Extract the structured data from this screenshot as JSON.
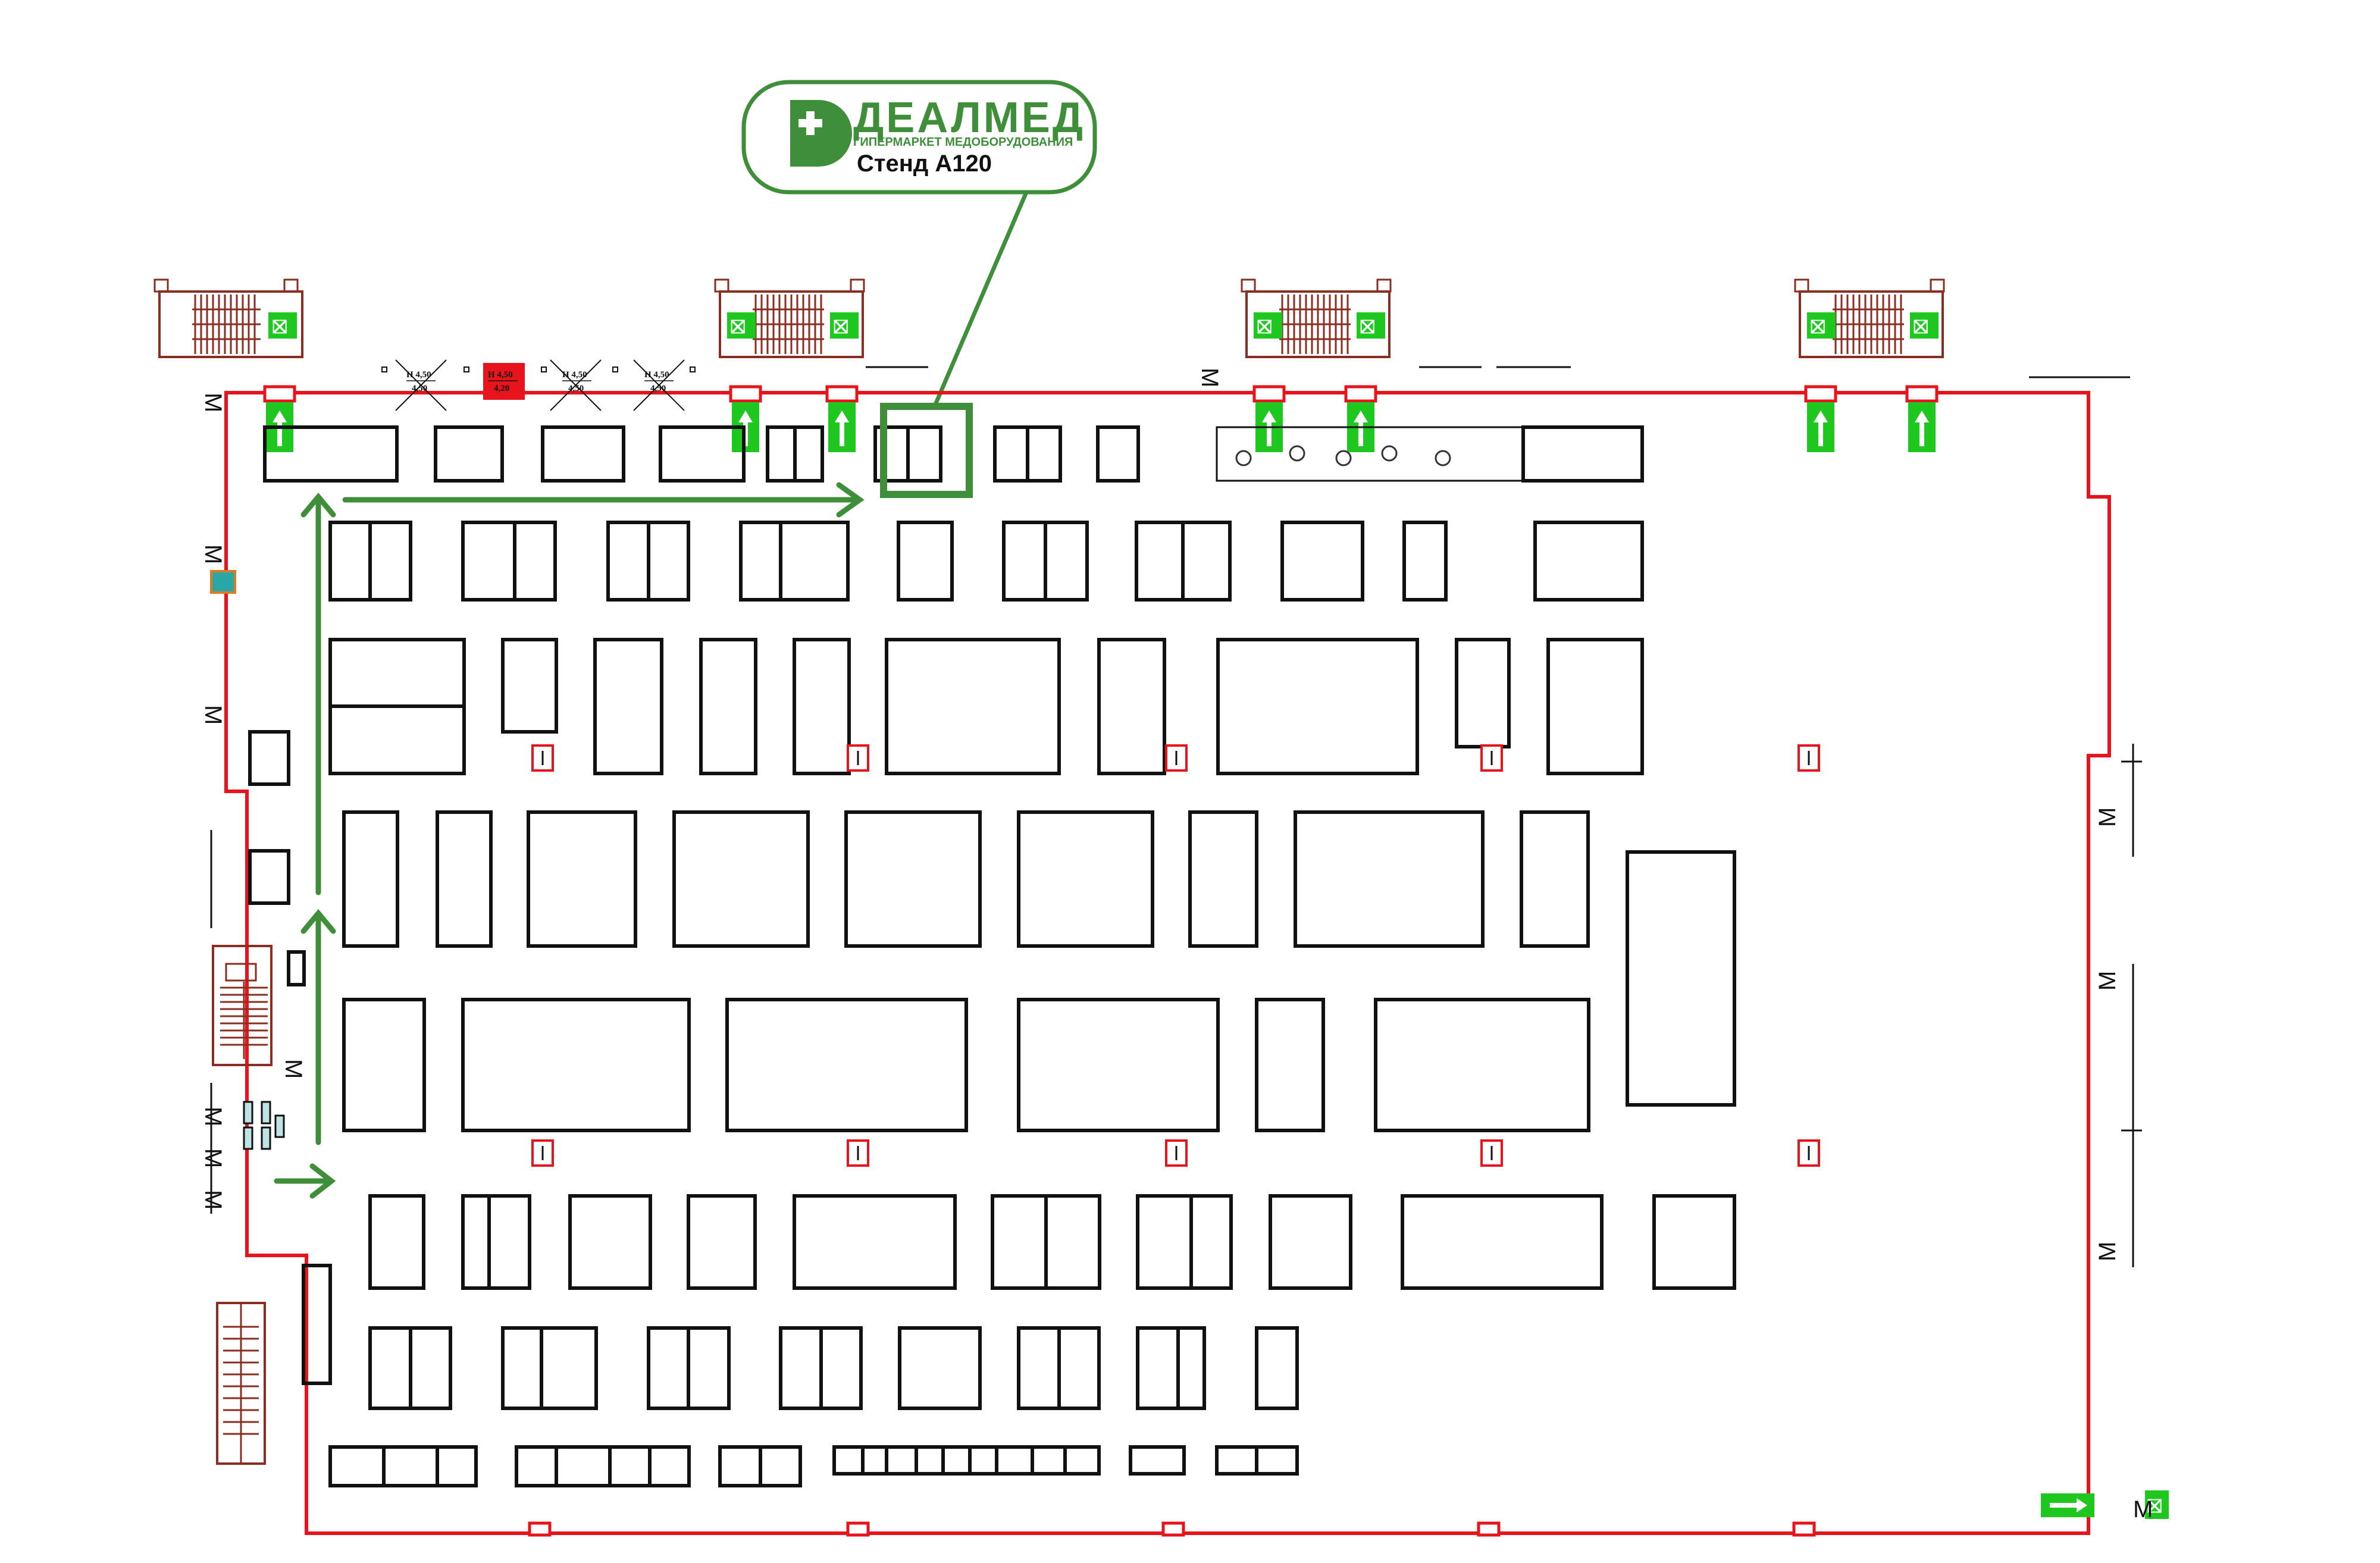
{
  "brand": {
    "name": "ДЕАЛМЕД",
    "tagline": "ГИПЕРМАРКЕТ МЕДОБОРУДОВАНИЯ",
    "stand": "Стенд А120",
    "logo_letter": "D",
    "color": "#3f8f3a"
  },
  "colors": {
    "wall": "#e8141c",
    "booth": "#111111",
    "exit": "#1ec81e",
    "route": "#3f8f3a",
    "stairs": "#8b2e22"
  },
  "top_labels": [
    {
      "top": "Н 4,50",
      "bottom": "4,50"
    },
    {
      "top": "Н 4,50",
      "bottom": "4,20"
    },
    {
      "top": "Н 4,50",
      "bottom": "4,50"
    },
    {
      "top": "Н 4,50",
      "bottom": "4,50"
    }
  ],
  "service_mark": "M",
  "icons": [
    "exit-sign-icon",
    "exit-arrow-icon",
    "staircase-icon",
    "route-arrow-icon",
    "fire-hydrant-icon",
    "dealmed-logo-icon"
  ]
}
